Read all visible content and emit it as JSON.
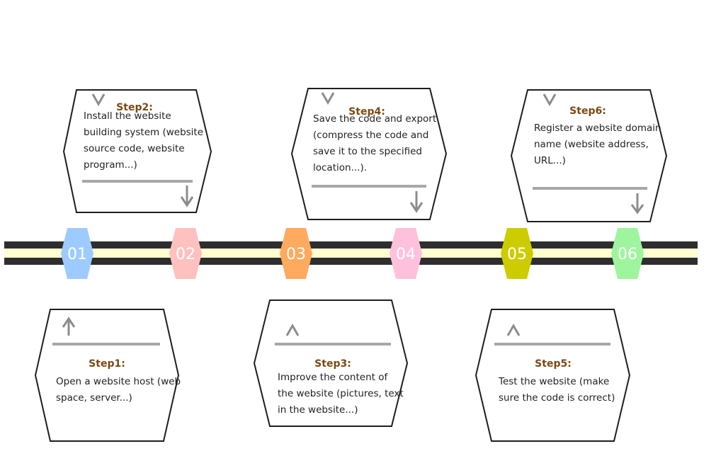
{
  "timeline": {
    "nodes": [
      {
        "label": "01",
        "color": "#9ecbff"
      },
      {
        "label": "02",
        "color": "#ffc0c0"
      },
      {
        "label": "03",
        "color": "#ffaa5f"
      },
      {
        "label": "04",
        "color": "#ffc0dc"
      },
      {
        "label": "05",
        "color": "#cccc00"
      },
      {
        "label": "06",
        "color": "#9ef59e"
      }
    ],
    "track_colors": {
      "outer": "#2e2e2e",
      "inner": "#ffffd2"
    }
  },
  "steps": [
    {
      "title": "Step1:",
      "lines": [
        "Open a website host (web",
        "space, server...)"
      ]
    },
    {
      "title": "Step2:",
      "lines": [
        "Install the website",
        "building system (website",
        "source code, website",
        "program...)"
      ]
    },
    {
      "title": "Step3:",
      "lines": [
        "Improve the content of",
        "the website (pictures, text",
        "in the website...)"
      ]
    },
    {
      "title": "Step4:",
      "lines": [
        "Save the code and export",
        "(compress the code and",
        "save it to the specified",
        "location...)."
      ]
    },
    {
      "title": "Step5:",
      "lines": [
        "Test the website (make",
        "sure the code is correct)"
      ]
    },
    {
      "title": "Step6:",
      "lines": [
        "Register a website domain",
        "name (website address,",
        "URL...)"
      ]
    }
  ],
  "icons": {
    "down_arrow": "chevron-down-icon",
    "up_arrow": "chevron-up-icon"
  },
  "colors": {
    "title": "#7a4a12",
    "divider": "#a8a8a8",
    "arrow": "#8c8c8c",
    "box_border": "#1e1e1e"
  }
}
